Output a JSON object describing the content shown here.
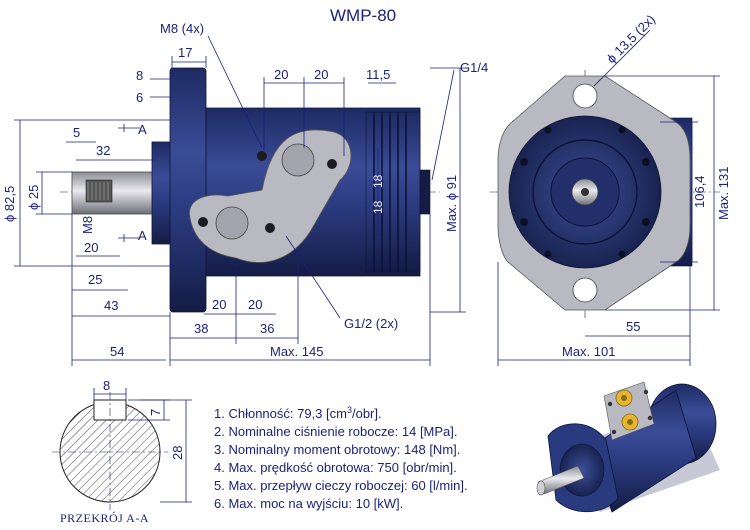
{
  "title": "WMP-80",
  "section_label": "PRZEKRÓJ A-A",
  "section_marker": "A",
  "specs": [
    {
      "prefix": "1. Chłonność: 79,3 [cm",
      "sup": "3",
      "suffix": "/obr]."
    },
    {
      "prefix": "2. Nominalne ciśnienie robocze: 14 [MPa].",
      "sup": "",
      "suffix": ""
    },
    {
      "prefix": "3. Nominalny moment obrotowy: 148 [Nm].",
      "sup": "",
      "suffix": ""
    },
    {
      "prefix": "4. Max. prędkość obrotowa: 750 [obr/min].",
      "sup": "",
      "suffix": ""
    },
    {
      "prefix": "5. Max. przepływ cieczy roboczej: 60 [l/min].",
      "sup": "",
      "suffix": ""
    },
    {
      "prefix": "6. Max. moc na wyjściu: 10 [kW].",
      "sup": "",
      "suffix": ""
    }
  ],
  "callouts": {
    "bolt": "M8 (4x)",
    "port_top": "G1/4",
    "port_side": "G1/2 (2x)",
    "hole": "ϕ 13,5 (2x)",
    "thread": "M8"
  },
  "side_view_dims": {
    "d17": "17",
    "d8": "8",
    "d6": "6",
    "d20a": "20",
    "d20b": "20",
    "d11_5": "11,5",
    "d5": "5",
    "d32": "32",
    "d82_5": "ϕ 82,5",
    "d25": "ϕ 25",
    "d20c": "20",
    "d25b": "25",
    "d43": "43",
    "d20d": "20",
    "d20e": "20",
    "d38": "38",
    "d36": "36",
    "d54": "54",
    "max145": "Max. 145",
    "max91": "Max. ϕ 91",
    "d18a": "18",
    "d18b": "18"
  },
  "front_view_dims": {
    "d106_4": "106,4",
    "max131": "Max. 131",
    "d55": "55",
    "max101": "Max. 101"
  },
  "section_dims": {
    "d8": "8",
    "d7": "7",
    "d28": "28"
  },
  "colors": {
    "body": "#2a3a7e",
    "body_dark": "#17224f",
    "flange_plate": "#b9b9c2",
    "line": "#1a1f7a"
  }
}
